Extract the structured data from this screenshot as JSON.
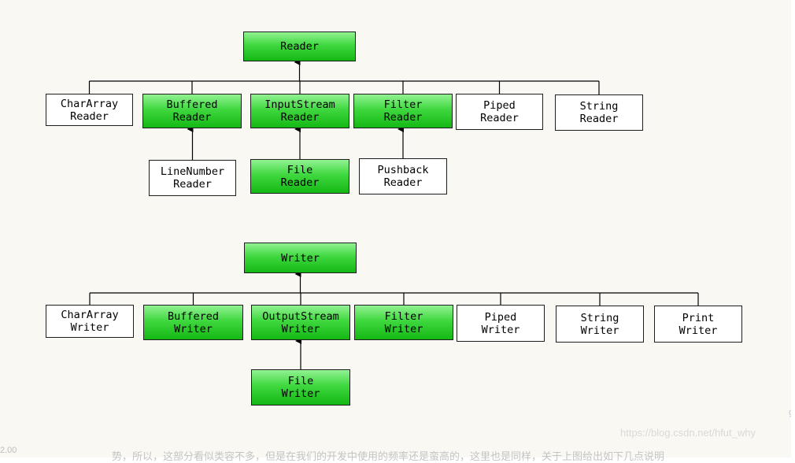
{
  "reader_tree": {
    "root": {
      "label": "Reader",
      "highlight": true
    },
    "children": [
      {
        "label": "CharArray\nReader",
        "highlight": false
      },
      {
        "label": "Buffered\nReader",
        "highlight": true
      },
      {
        "label": "InputStream\nReader",
        "highlight": true
      },
      {
        "label": "Filter\nReader",
        "highlight": true
      },
      {
        "label": "Piped\nReader",
        "highlight": false
      },
      {
        "label": "String\nReader",
        "highlight": false
      }
    ],
    "grandchildren": [
      {
        "label": "LineNumber\nReader",
        "highlight": false,
        "parent": "Buffered\nReader"
      },
      {
        "label": "File\nReader",
        "highlight": true,
        "parent": "InputStream\nReader"
      },
      {
        "label": "Pushback\nReader",
        "highlight": false,
        "parent": "Filter\nReader"
      }
    ]
  },
  "writer_tree": {
    "root": {
      "label": "Writer",
      "highlight": true
    },
    "children": [
      {
        "label": "CharArray\nWriter",
        "highlight": false
      },
      {
        "label": "Buffered\nWriter",
        "highlight": true
      },
      {
        "label": "OutputStream\nWriter",
        "highlight": true
      },
      {
        "label": "Filter\nWriter",
        "highlight": true
      },
      {
        "label": "Piped\nWriter",
        "highlight": false
      },
      {
        "label": "String\nWriter",
        "highlight": false
      },
      {
        "label": "Print\nWriter",
        "highlight": false
      }
    ],
    "grandchildren": [
      {
        "label": "File\nWriter",
        "highlight": true,
        "parent": "OutputStream\nWriter"
      }
    ]
  },
  "colors": {
    "highlight_fill": "#3fd83f",
    "plain_fill": "#ffffff",
    "border": "#1e1e1e",
    "line": "#000000"
  },
  "watermark": "https://blog.csdn.net/hfut_why",
  "bottom_text": "势，所以，这部分看似类容不多，但是在我们的开发中使用的频率还是蛮高的，这里也是同样，关于上图给出如下几点说明",
  "corner_number": "2.00",
  "edge_glyph": "g"
}
